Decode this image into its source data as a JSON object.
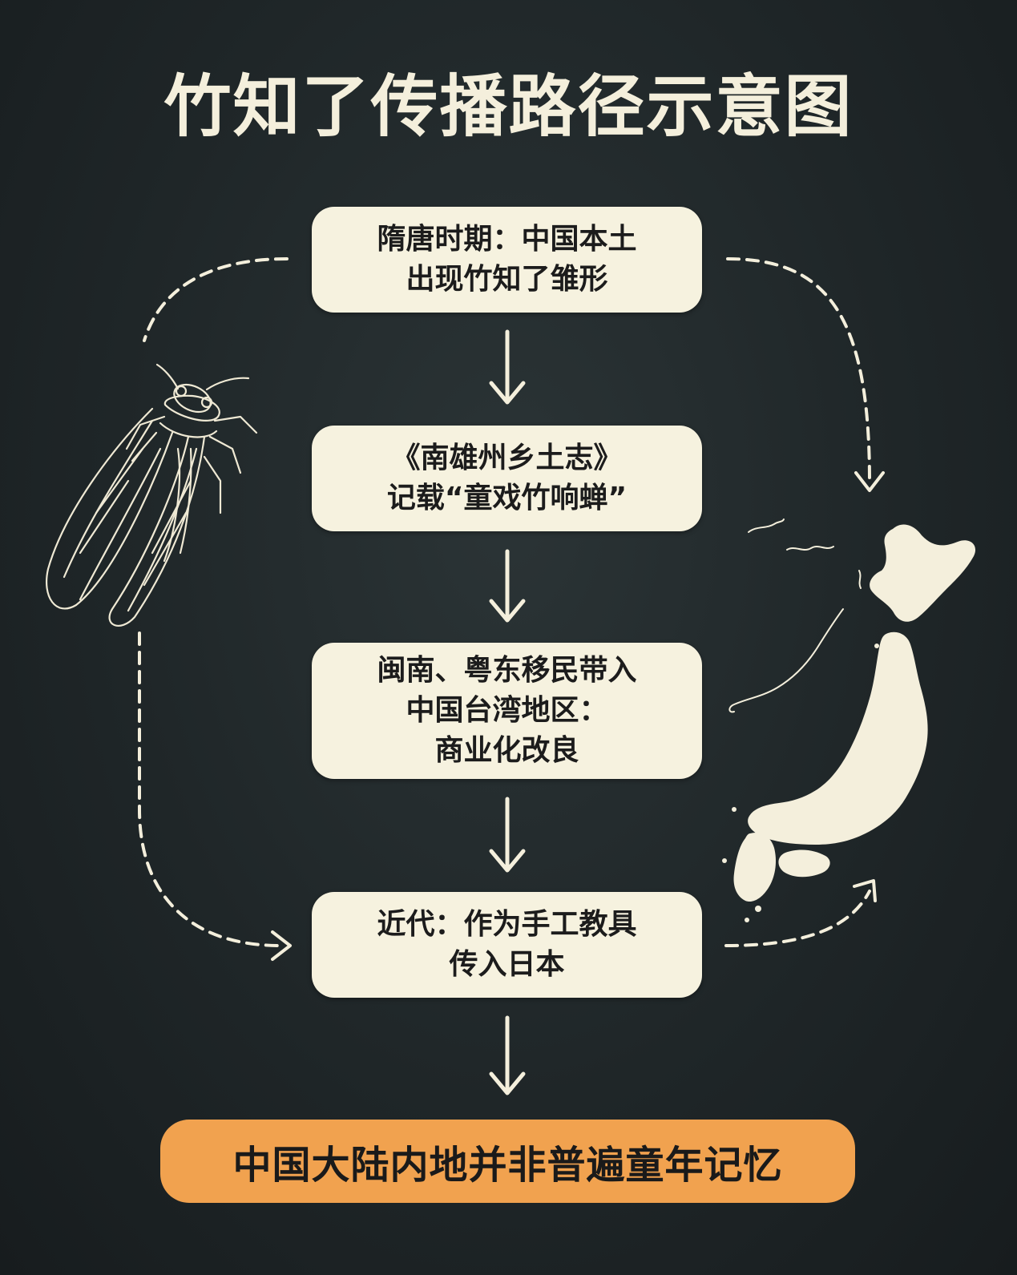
{
  "title": "竹知了传播路径示意图",
  "steps": [
    {
      "lines": [
        "隋唐时期：中国本土",
        "出现竹知了雏形"
      ]
    },
    {
      "lines": [
        "《南雄州乡土志》",
        "记载“童戏竹响蝉”"
      ]
    },
    {
      "lines": [
        "闽南、粤东移民带入",
        "中国台湾地区：",
        "商业化改良"
      ]
    },
    {
      "lines": [
        "近代：作为手工教具",
        "传入日本"
      ]
    }
  ],
  "conclusion": "中国大陆内地并非普遍童年记忆",
  "icons": {
    "left": "cicada-icon",
    "right": "japan-map-icon"
  },
  "colors": {
    "background": "#1f2628",
    "box": "#f6f2df",
    "conclusion": "#f1a24f",
    "line": "#f4efdc"
  }
}
